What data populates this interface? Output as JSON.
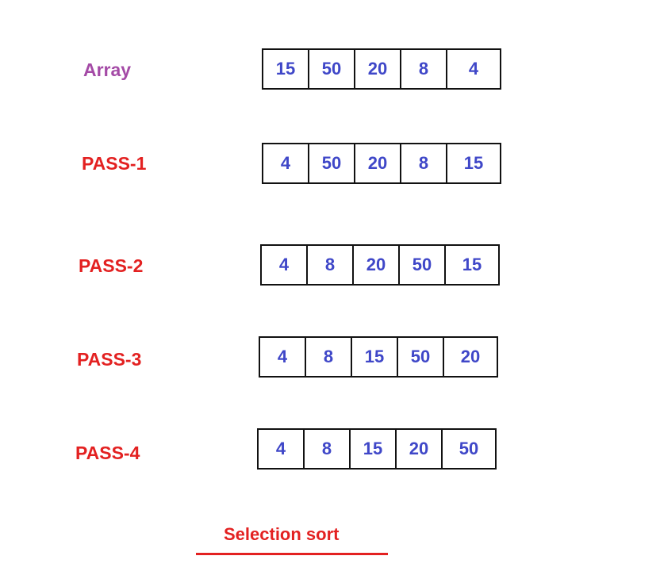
{
  "colors": {
    "array_label": "#a44aa6",
    "pass_label": "#e32121",
    "cell_value": "#3f47c8",
    "border": "#111111",
    "caption": "#e32121"
  },
  "rows": [
    {
      "label": "Array",
      "values": [
        "15",
        "50",
        "20",
        "8",
        "4"
      ]
    },
    {
      "label": "PASS-1",
      "values": [
        "4",
        "50",
        "20",
        "8",
        "15"
      ]
    },
    {
      "label": "PASS-2",
      "values": [
        "4",
        "8",
        "20",
        "50",
        "15"
      ]
    },
    {
      "label": "PASS-3",
      "values": [
        "4",
        "8",
        "15",
        "50",
        "20"
      ]
    },
    {
      "label": "PASS-4",
      "values": [
        "4",
        "8",
        "15",
        "20",
        "50"
      ]
    }
  ],
  "caption": "Selection sort"
}
